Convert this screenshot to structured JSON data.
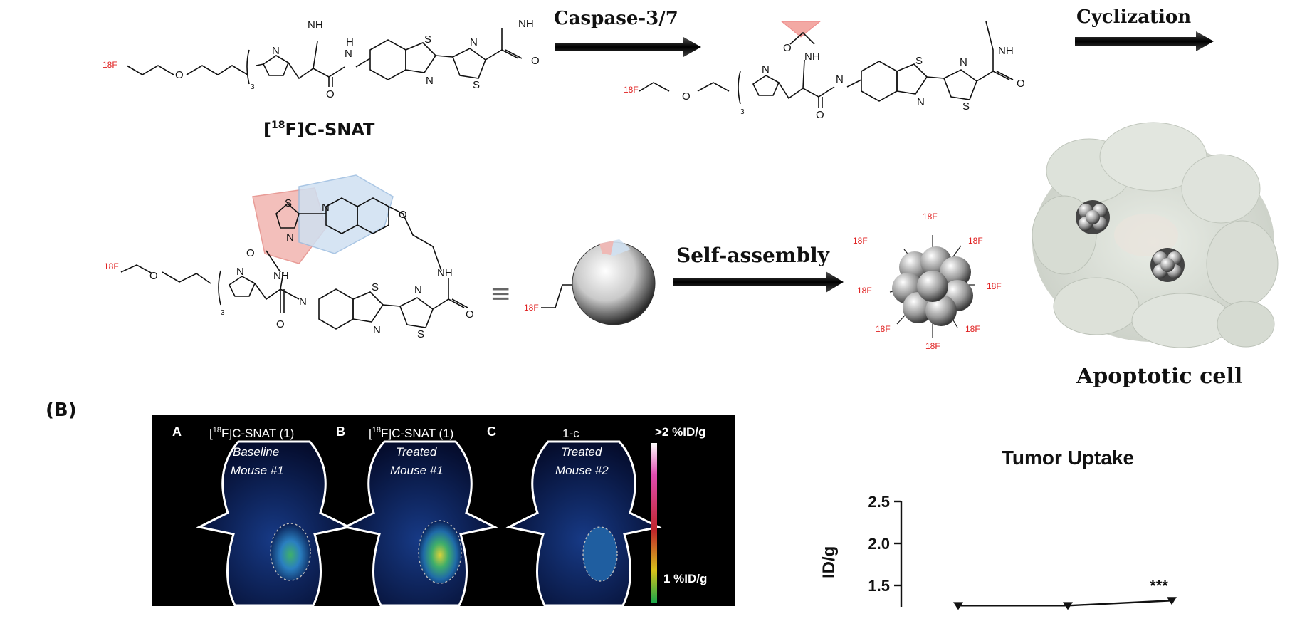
{
  "panelA": {
    "compound_label": "[¹⁸F]C-SNAT",
    "compound_sup": "18",
    "compound_pre": "[",
    "compound_post": "F]C-SNAT",
    "arrow1_label": "Caspase-3/7",
    "arrow2_label": "Cyclization",
    "self_assembly_label": "Self-assembly",
    "apoptotic_label": "Apoptotic cell",
    "equiv_symbol": "≡",
    "isotope_label": "18F",
    "repeat_3": "3",
    "atoms": {
      "O": "O",
      "N": "N",
      "S": "S",
      "H": "H",
      "NH": "NH"
    }
  },
  "panelB": {
    "label": "(B)",
    "pet": {
      "panels": [
        {
          "letter": "A",
          "title_pre": "[",
          "title_sup": "18",
          "title_post": "F]C-SNAT (1)",
          "line2": "Baseline",
          "line3": "Mouse #1"
        },
        {
          "letter": "B",
          "title_pre": "[",
          "title_sup": "18",
          "title_post": "F]C-SNAT (1)",
          "line2": "Treated",
          "line3": "Mouse #1"
        },
        {
          "letter": "C",
          "title_pre": "",
          "title_sup": "",
          "title_post": "1-c",
          "line2": "Treated",
          "line3": "Mouse #2"
        }
      ],
      "scale_top": ">2 %ID/g",
      "scale_mid": "1 %ID/g"
    }
  },
  "chart_data": {
    "type": "line",
    "title": "Tumor Uptake",
    "ylabel": "ID/g",
    "yticks": [
      "2.5",
      "2.0",
      "1.5"
    ],
    "ylim": [
      1.2,
      2.5
    ],
    "series": [
      {
        "values": [
          1.26,
          1.26,
          1.32
        ]
      }
    ],
    "annotation": "***"
  }
}
